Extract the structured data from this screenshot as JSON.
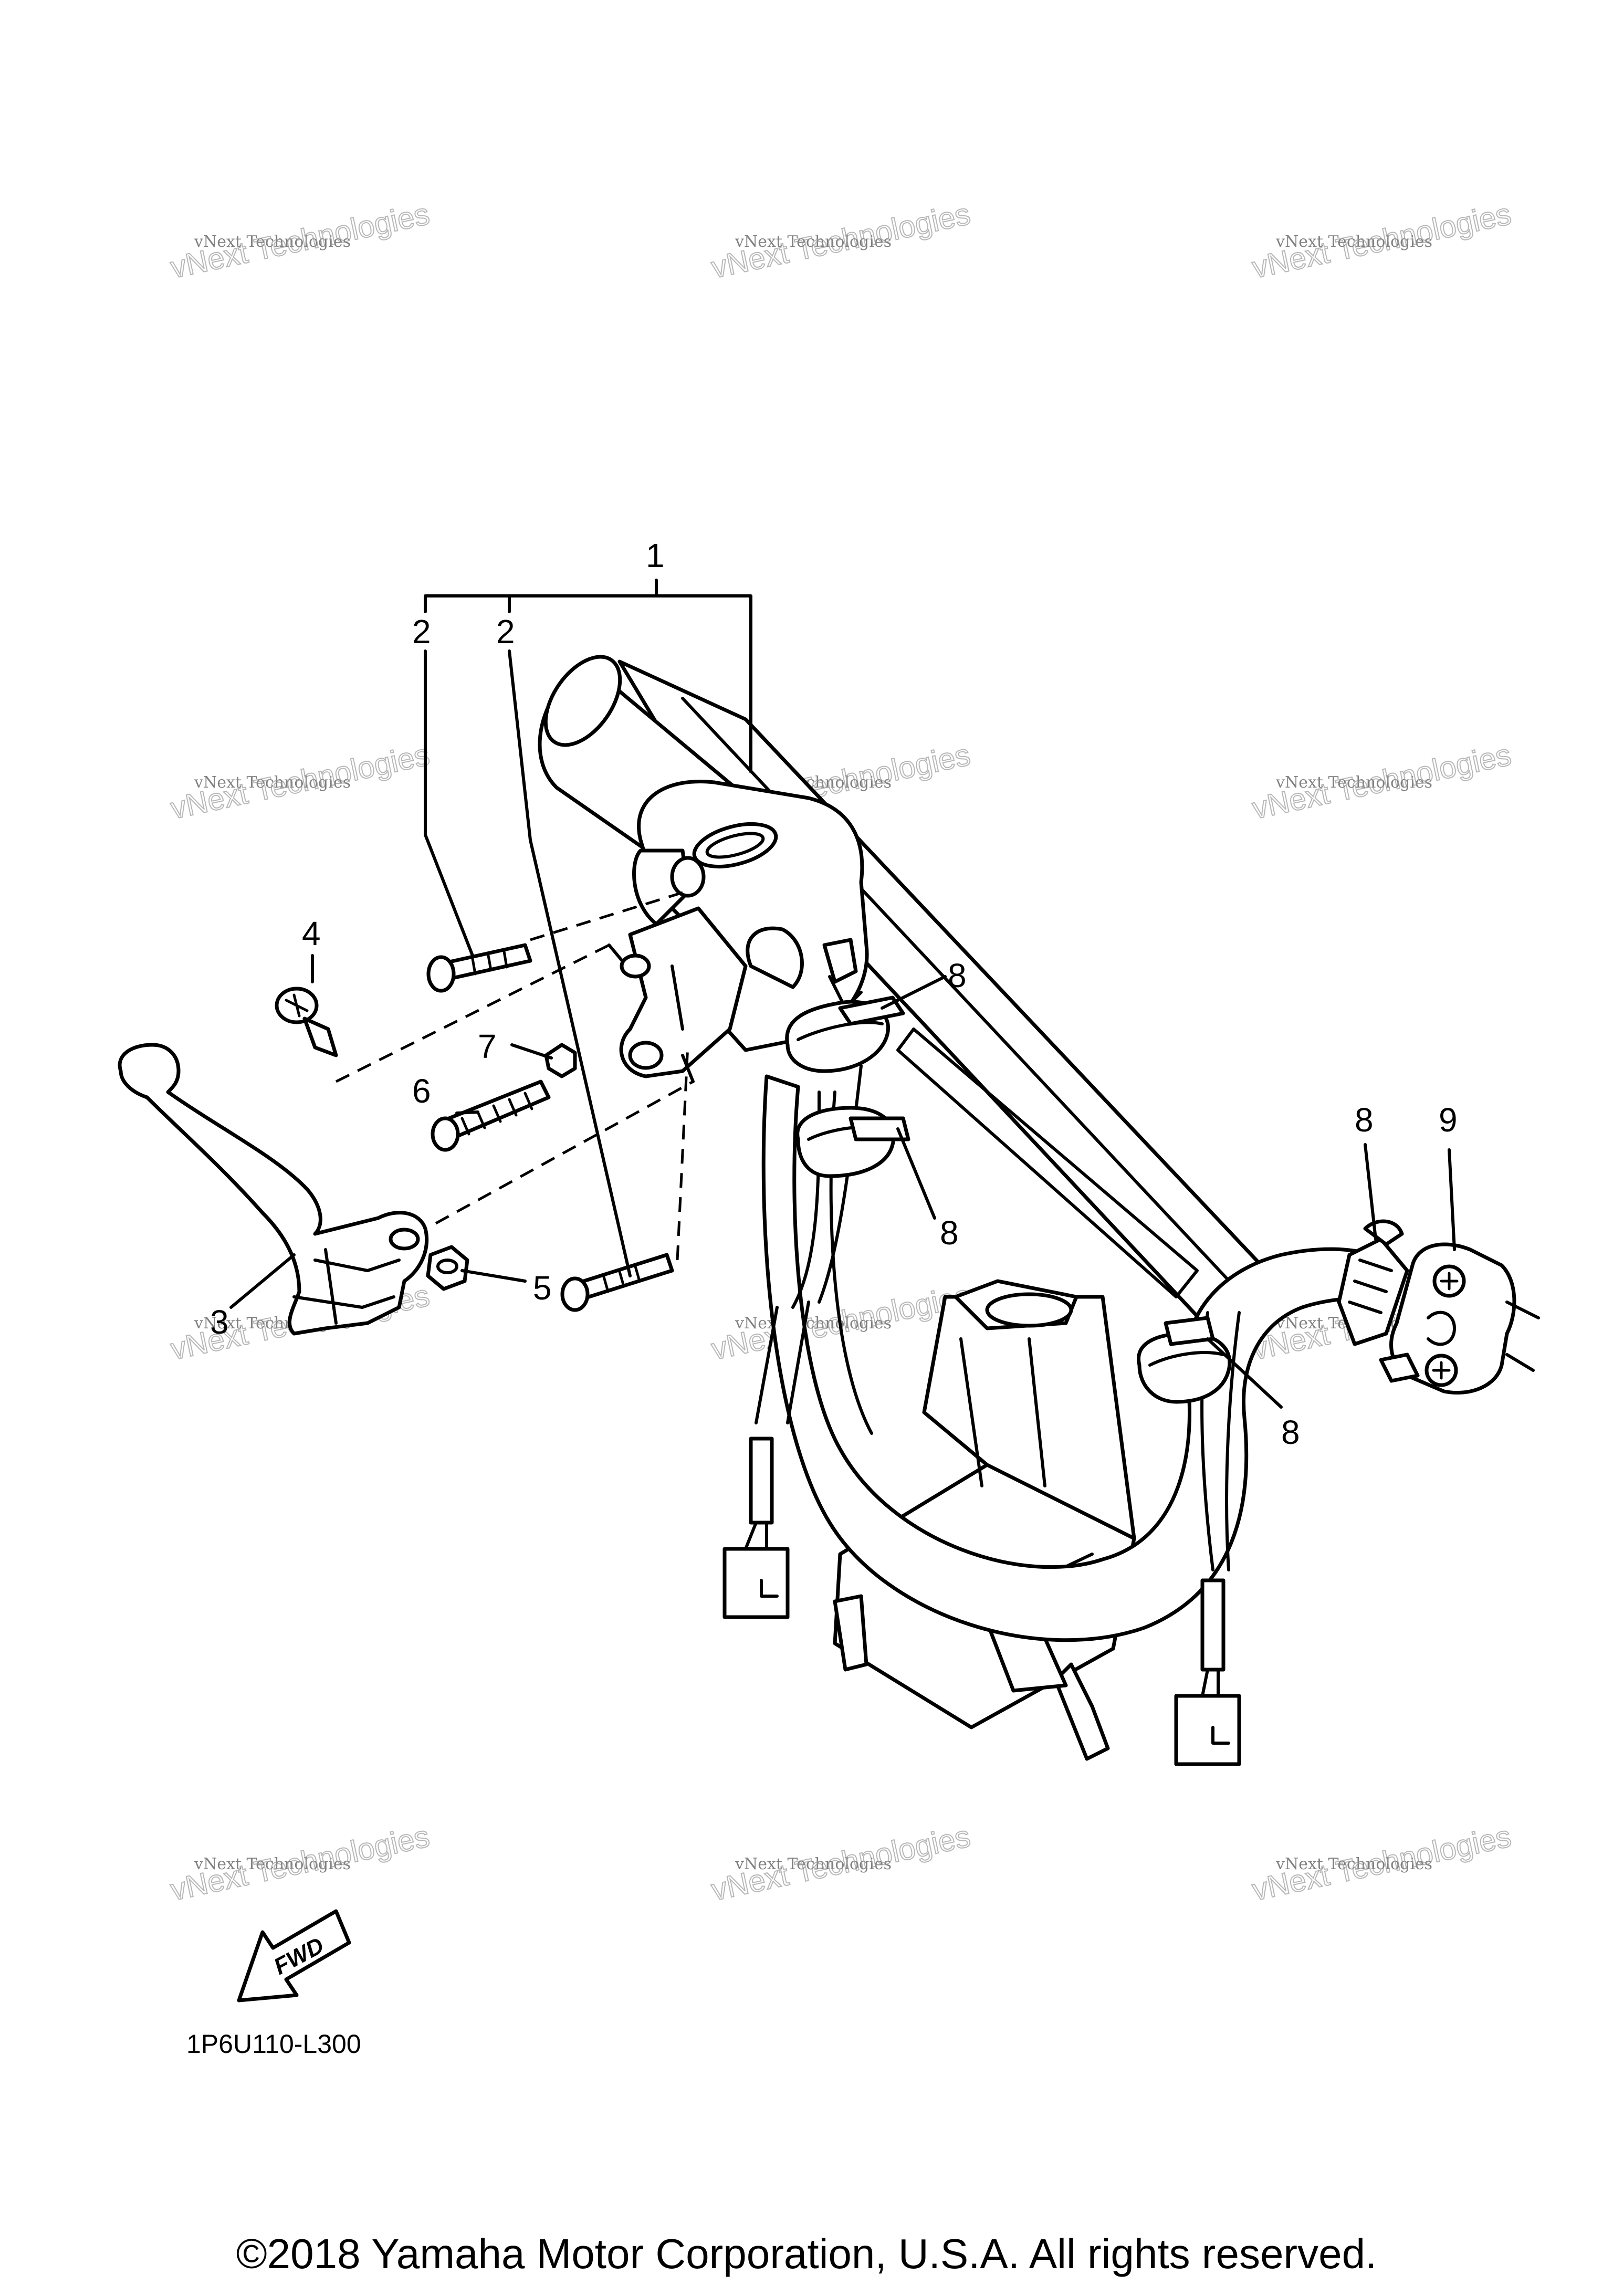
{
  "callouts": {
    "c1": "1",
    "c2a": "2",
    "c2b": "2",
    "c3": "3",
    "c4": "4",
    "c5": "5",
    "c6": "6",
    "c7": "7",
    "c8a": "8",
    "c8b": "8",
    "c8c": "8",
    "c8d": "8",
    "c9": "9"
  },
  "watermark": {
    "line1": "vNext Technologies",
    "line2": "vNext Technologies"
  },
  "fwd_label": "FWD",
  "diagram_code": "1P6U110-L300",
  "copyright": "©2018 Yamaha Motor Corporation, U.S.A. All rights reserved."
}
